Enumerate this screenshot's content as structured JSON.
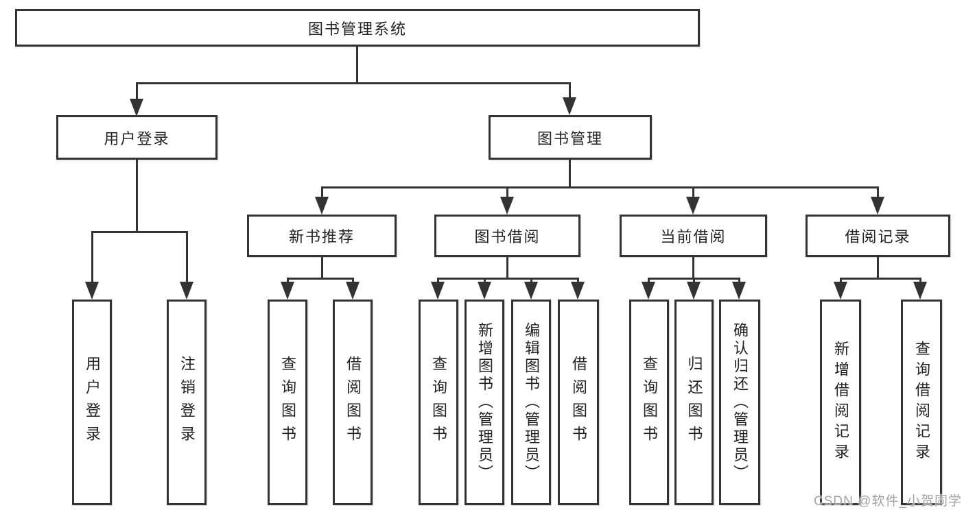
{
  "diagram": {
    "title": "图书管理系统",
    "level2": {
      "user_login": "用户登录",
      "book_mgmt": "图书管理"
    },
    "level3": {
      "new_books": "新书推荐",
      "book_borrow": "图书借阅",
      "current_borrow": "当前借阅",
      "borrow_records": "借阅记录"
    },
    "leaves": {
      "user_login": [
        "用户登录",
        "注销登录"
      ],
      "new_books": [
        "查询图书",
        "借阅图书"
      ],
      "book_borrow": [
        "查询图书",
        "新增图书（管理员）",
        "编辑图书（管理员）",
        "借阅图书"
      ],
      "current_borrow": [
        "查询图书",
        "归还图书",
        "确认归还（管理员）"
      ],
      "borrow_records": [
        "新增借阅记录",
        "查询借阅记录"
      ]
    },
    "colors": {
      "line": "#333333",
      "box_border": "#333333",
      "box_fill": "#ffffff",
      "text": "#222222",
      "watermark": "#a2a2a2"
    }
  },
  "watermark": {
    "text": "CSDN @软件_小贺同学"
  }
}
